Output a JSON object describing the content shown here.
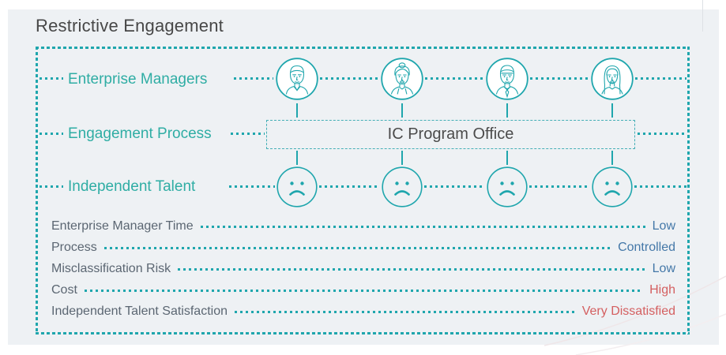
{
  "title": "Restrictive Engagement",
  "colors": {
    "teal": "#1fa6ad",
    "teal_text": "#2fada4",
    "blue": "#4478a8",
    "red": "#d45f60",
    "label_gray": "#5b6672",
    "title_gray": "#474747",
    "panel_bg": "#eef1f4"
  },
  "diagram": {
    "rows": [
      {
        "label": "Enterprise Managers"
      },
      {
        "label": "Engagement Process"
      },
      {
        "label": "Independent Talent"
      }
    ],
    "process_box_label": "IC Program Office",
    "columns": [
      {
        "manager_icon": "male-avatar-icon",
        "talent_icon": "sad-face-icon"
      },
      {
        "manager_icon": "female-bun-avatar-icon",
        "talent_icon": "sad-face-icon"
      },
      {
        "manager_icon": "male-tie-avatar-icon",
        "talent_icon": "sad-face-icon"
      },
      {
        "manager_icon": "female-hair-avatar-icon",
        "talent_icon": "sad-face-icon"
      }
    ]
  },
  "metrics": [
    {
      "label": "Enterprise Manager Time",
      "value": "Low",
      "value_color": "blue"
    },
    {
      "label": "Process",
      "value": "Controlled",
      "value_color": "blue"
    },
    {
      "label": "Misclassification Risk",
      "value": "Low",
      "value_color": "blue"
    },
    {
      "label": "Cost",
      "value": "High",
      "value_color": "red"
    },
    {
      "label": "Independent Talent Satisfaction",
      "value": "Very Dissatisfied",
      "value_color": "red"
    }
  ]
}
